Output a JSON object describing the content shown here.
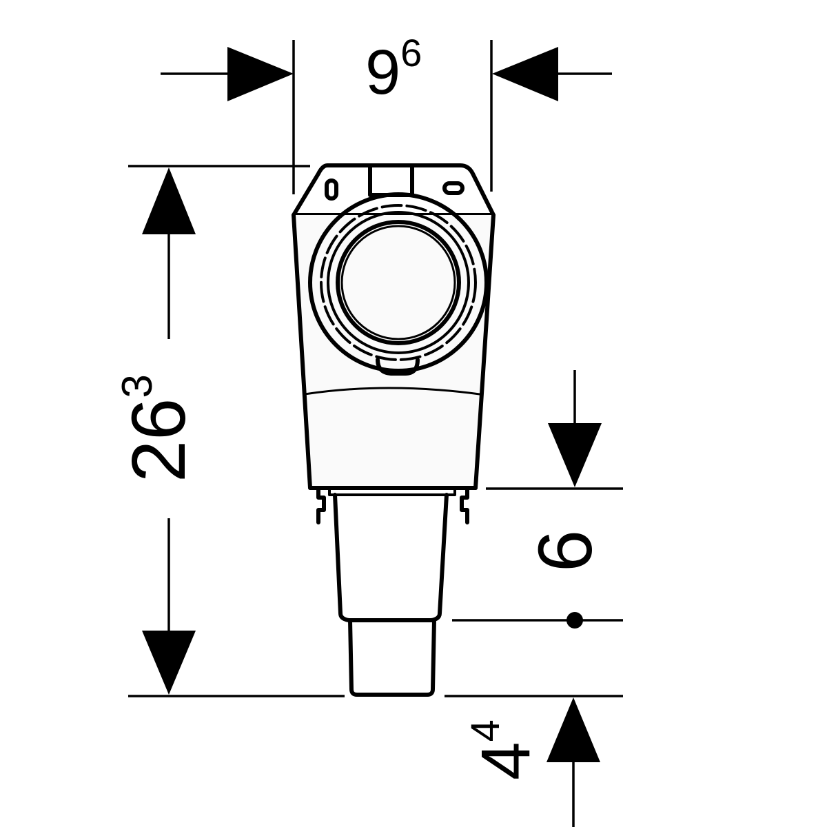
{
  "dimensions": {
    "width": {
      "main": "9",
      "sup": "6"
    },
    "height": {
      "main": "26",
      "sup": "3"
    },
    "outlet": {
      "main": "6",
      "sup": ""
    },
    "bottom": {
      "main": "4",
      "sup": "4"
    }
  },
  "colors": {
    "ink": "#000000",
    "paper": "#ffffff",
    "body_shade": "#fafafa"
  }
}
